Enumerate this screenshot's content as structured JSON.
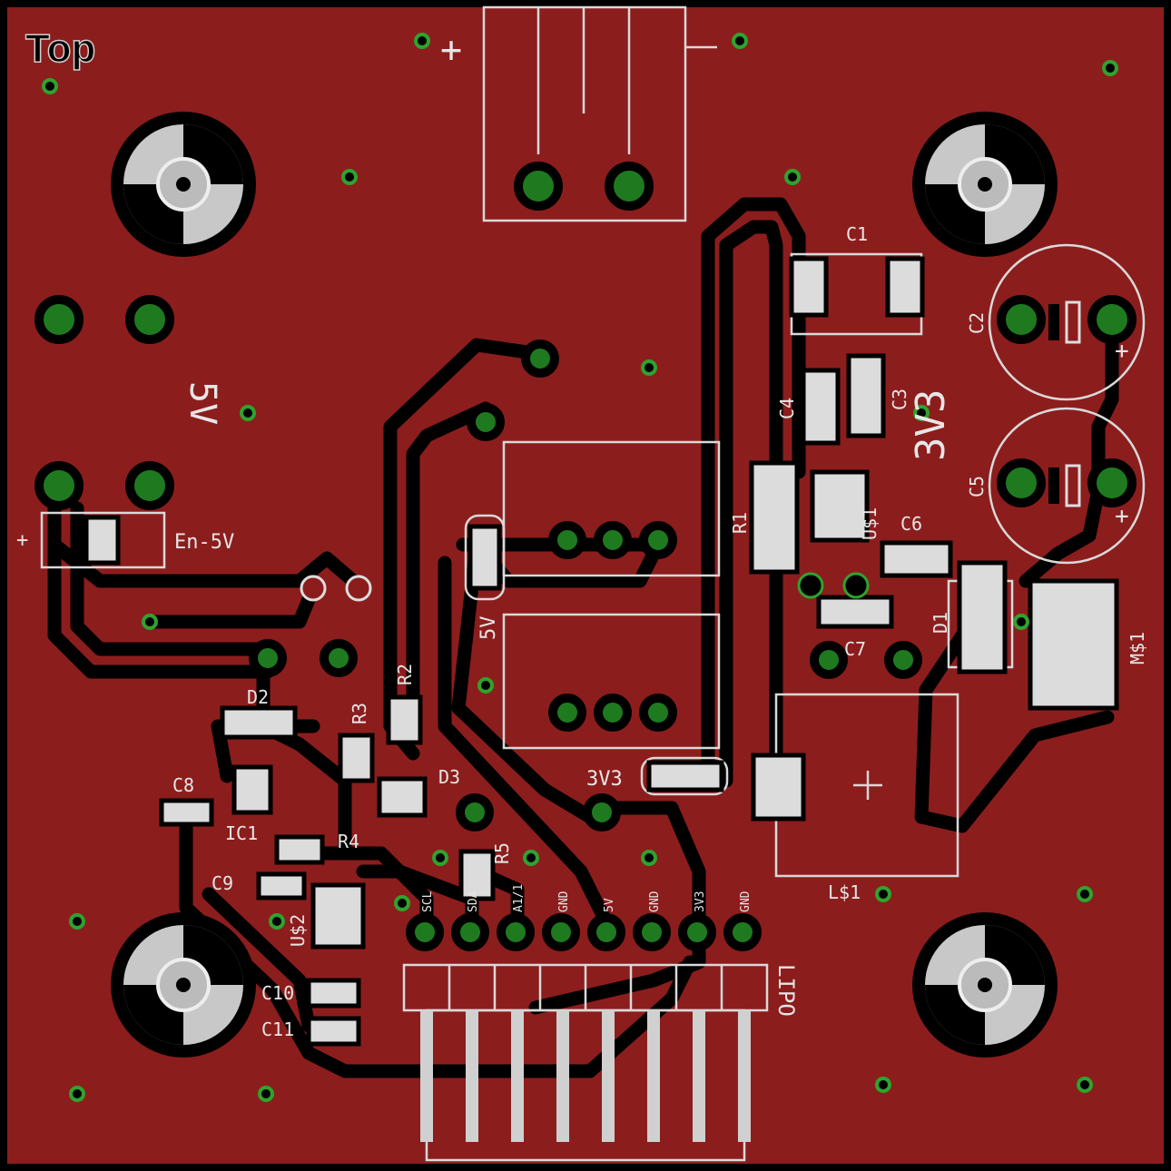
{
  "layer_label": "Top",
  "power_labels": {
    "v5": "5V",
    "v3": "3V3",
    "en5": "En-5V",
    "plus": "+",
    "minus": "-"
  },
  "refdes": {
    "c1": "C1",
    "c2": "C2",
    "c3": "C3",
    "c4": "C4",
    "c5": "C5",
    "c6": "C6",
    "c7": "C7",
    "c8": "C8",
    "c9": "C9",
    "c10": "C10",
    "c11": "C11",
    "r1": "R1",
    "r2": "R2",
    "r3": "R3",
    "r4": "R4",
    "r5": "R5",
    "d1": "D1",
    "d2": "D2",
    "d3": "D3",
    "ic1": "IC1",
    "us1": "U$1",
    "us2": "U$2",
    "ms1": "M$1",
    "ls1": "L$1",
    "lipo": "LIPO",
    "led5v": "5V",
    "led3v3": "3V3"
  },
  "header_pins": [
    "SCL",
    "SDA",
    "A1/1",
    "GND",
    "5V",
    "GND",
    "3V3",
    "GND"
  ],
  "colors": {
    "copper": "#8c1d1d",
    "silkscreen": "#e6e6e6",
    "pad": "#2ea32e",
    "trace_gap": "#000000"
  }
}
